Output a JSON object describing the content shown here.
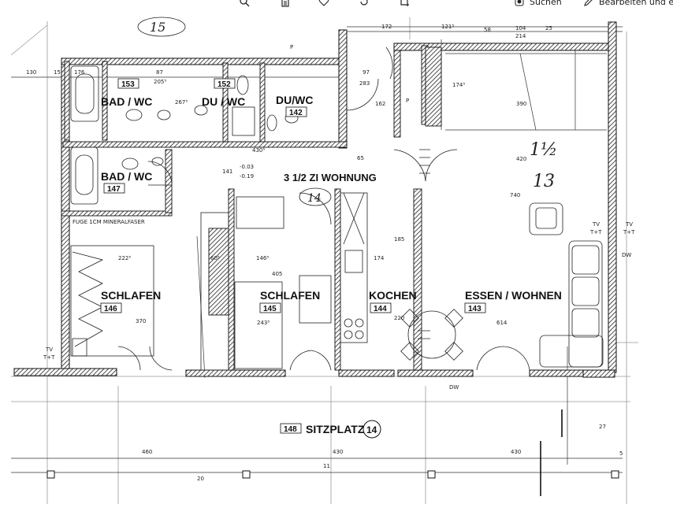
{
  "toolbar": {
    "zoom_icon": "magnifier-icon",
    "delete_icon": "trash-icon",
    "favorite_icon": "heart-icon",
    "rotate_icon": "rotate-icon",
    "crop_icon": "crop-icon",
    "search_label": "Suchen",
    "edit_label": "Bearbeiten und e"
  },
  "plan": {
    "apartment_title": "3 1/2  ZI  WOHNUNG",
    "apartment_number": "14",
    "top_circle_number": "15",
    "hand_note_1": "1½",
    "hand_note_2": "13",
    "sitzplatz_label": "SITZPLATZ",
    "sitzplatz_number": "148",
    "sitzplatz_circle": "14",
    "rooms": [
      {
        "name": "BAD / WC",
        "number": "153"
      },
      {
        "name": "DU / WC",
        "number": "152"
      },
      {
        "name": "DU/WC",
        "number": "142"
      },
      {
        "name": "BAD / WC",
        "number": "147"
      },
      {
        "name": "SCHLAFEN",
        "number": "146"
      },
      {
        "name": "SCHLAFEN",
        "number": "145"
      },
      {
        "name": "KOCHEN",
        "number": "144"
      },
      {
        "name": "ESSEN / WOHNEN",
        "number": "143"
      }
    ],
    "notes": {
      "fuge": "FUGE 1CM MINERALFASER",
      "level_1": "-0.03",
      "level_2": "-0.19",
      "level_ref": "141",
      "tv_left": "TV",
      "tt_left": "T+T",
      "tv_right_a": "TV",
      "tt_right_a": "T+T",
      "tv_right_b": "TV",
      "tt_right_b": "T+T",
      "dw_1": "DW",
      "dw_2": "DW",
      "p_1": "P",
      "p_2": "P"
    },
    "dims": {
      "d130": "130",
      "d15": "15",
      "d176": "176",
      "d87": "87",
      "d2055": "205⁵",
      "d97": "97",
      "d172": "172",
      "d1215": "121⁵",
      "d58": "58",
      "d104": "104",
      "d214": "214",
      "d25": "25",
      "d4305": "430⁵",
      "d390": "390",
      "d420": "420",
      "d740": "740",
      "d2225": "222⁵",
      "d1465": "146⁵",
      "d174": "174",
      "d370": "370",
      "d2435": "243⁵",
      "d614": "614",
      "d460": "460",
      "d430a": "430",
      "d430b": "430",
      "d1745": "174⁵",
      "d185": "185",
      "d220": "220",
      "d65": "65",
      "d605": "60⁵",
      "d2675": "267⁵",
      "d162": "162",
      "d283": "283",
      "d27": "27",
      "d20": "20",
      "d11": "11",
      "d5": "5",
      "d405": "405"
    }
  }
}
